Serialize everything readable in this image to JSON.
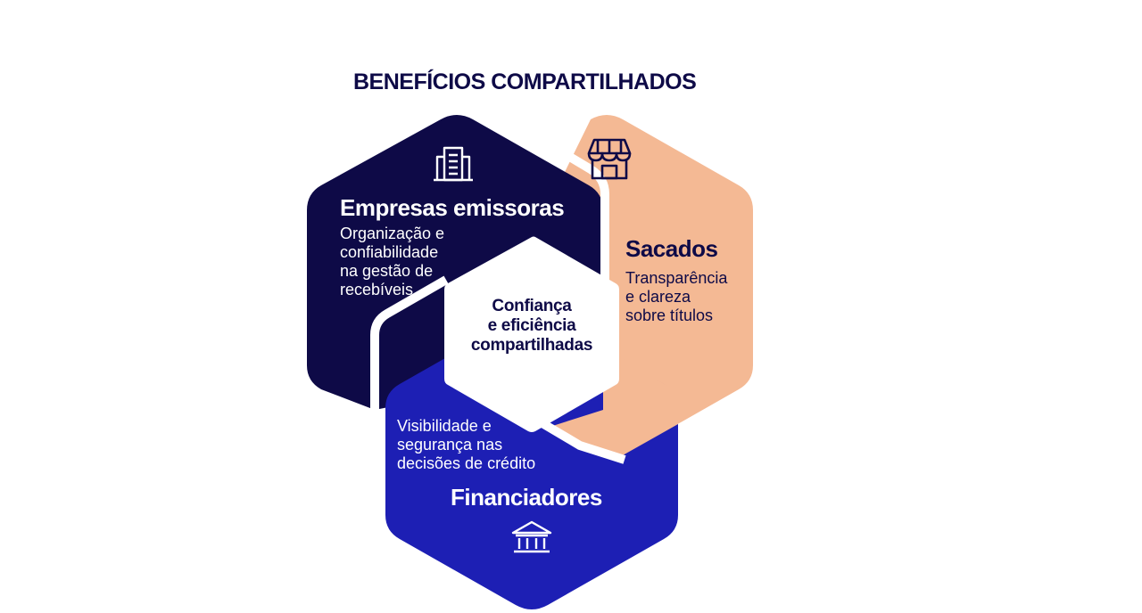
{
  "title": "BENEFÍCIOS COMPARTILHADOS",
  "colors": {
    "navy": "#0e0a47",
    "blue": "#1d1fb4",
    "peach": "#f4b994",
    "white": "#ffffff"
  },
  "center": {
    "line1": "Confiança",
    "line2": "e eficiência",
    "line3": "compartilhadas"
  },
  "segments": [
    {
      "id": "empresas",
      "heading": "Empresas emissoras",
      "desc": [
        "Organização e",
        "confiabilidade",
        "na gestão de",
        "recebíveis"
      ],
      "icon": "building-icon"
    },
    {
      "id": "sacados",
      "heading": "Sacados",
      "desc": [
        "Transparência",
        "e clareza",
        "sobre títulos"
      ],
      "icon": "storefront-icon"
    },
    {
      "id": "financiadores",
      "heading": "Financiadores",
      "desc": [
        "Visibilidade e",
        "segurança nas",
        "decisões de crédito"
      ],
      "icon": "bank-icon"
    }
  ]
}
